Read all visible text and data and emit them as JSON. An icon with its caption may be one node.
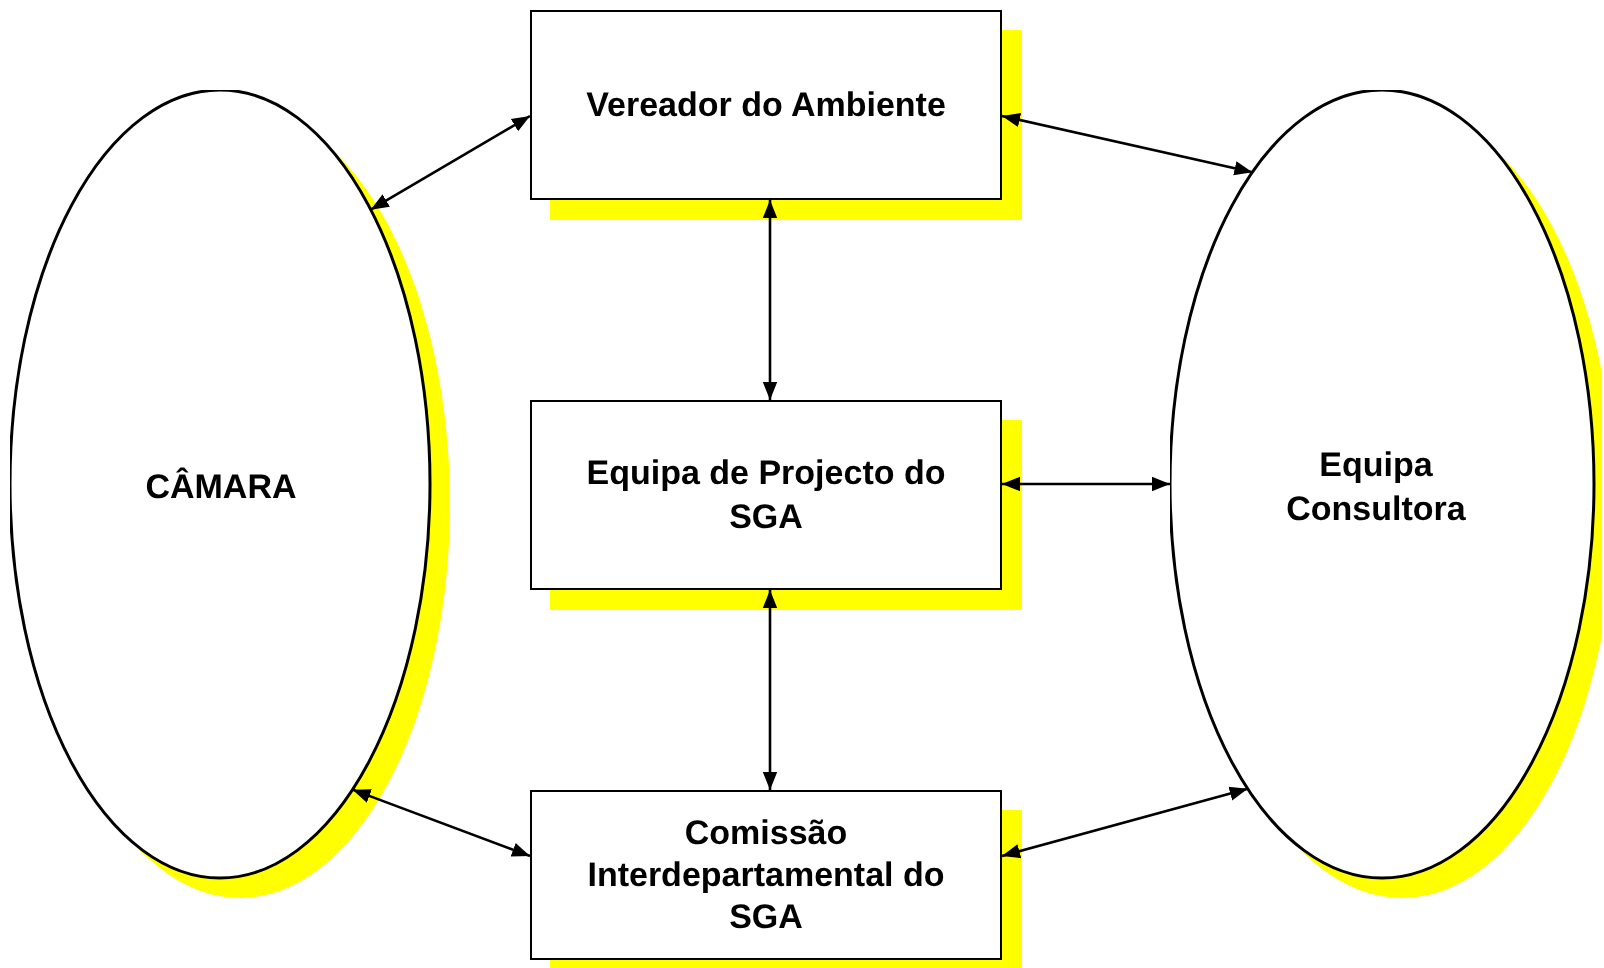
{
  "diagram": {
    "nodes": [
      {
        "text": [
          "CÂMARA"
        ]
      },
      {
        "text": [
          "Vereador do Ambiente"
        ]
      },
      {
        "text": [
          "Equipa de Projecto do SGA"
        ]
      },
      {
        "text": [
          "Comissão Interdepartamental do SGA"
        ]
      },
      {
        "text": [
          "Equipa Consultora"
        ]
      }
    ],
    "edges": [
      {
        "from": 0,
        "to": 1,
        "arrow": "both"
      },
      {
        "from": 1,
        "to": 4,
        "arrow": "both"
      },
      {
        "from": 1,
        "to": 2,
        "arrow": "both"
      },
      {
        "from": 2,
        "to": 4,
        "arrow": "both"
      },
      {
        "from": 2,
        "to": 3,
        "arrow": "both"
      },
      {
        "from": 0,
        "to": 3,
        "arrow": "both"
      },
      {
        "from": 3,
        "to": 4,
        "arrow": "both"
      }
    ]
  }
}
